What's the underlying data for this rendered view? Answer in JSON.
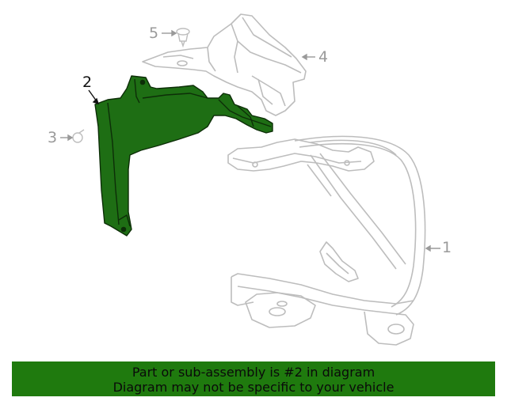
{
  "diagram": {
    "callouts": [
      "1",
      "2",
      "3",
      "4",
      "5"
    ],
    "highlighted_part": "2",
    "colors": {
      "highlight_fill": "#1e6e14",
      "highlight_stroke": "#0d2e08",
      "line_art": "#bdbdbd",
      "callout_text": "#9a9a9a"
    }
  },
  "banner": {
    "line1": "Part or sub-assembly is #2 in diagram",
    "line2": "Diagram may not be specific to your vehicle",
    "background": "#1f7a0e"
  }
}
